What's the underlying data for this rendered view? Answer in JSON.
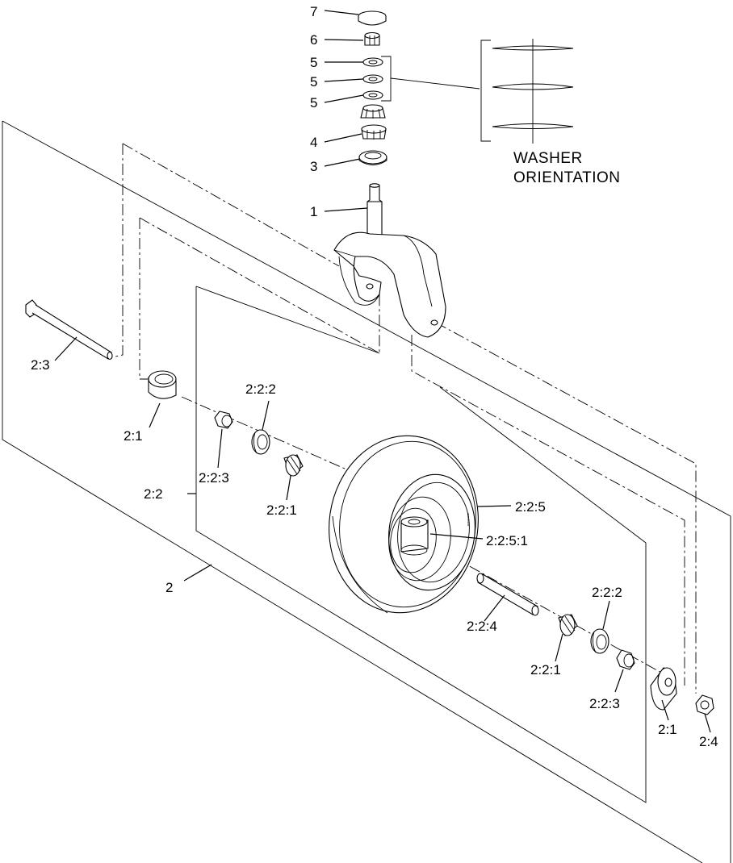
{
  "callouts": {
    "c7": "7",
    "c6": "6",
    "c5a": "5",
    "c5b": "5",
    "c5c": "5",
    "c4": "4",
    "c3": "3",
    "c1": "1",
    "c2_3": "2:3",
    "c2_1_left": "2:1",
    "c2_2_2_left": "2:2:2",
    "c2_2_3_left": "2:2:3",
    "c2_2": "2:2",
    "c2_2_1_left": "2:2:1",
    "c2_2_5": "2:2:5",
    "c2_2_5_1": "2:2:5:1",
    "c2": "2",
    "c2_2_4": "2:2:4",
    "c2_2_2_right": "2:2:2",
    "c2_2_1_right": "2:2:1",
    "c2_2_3_right": "2:2:3",
    "c2_1_right": "2:1",
    "c2_4": "2:4"
  },
  "washer_caption": {
    "line1": "WASHER",
    "line2": "ORIENTATION"
  }
}
